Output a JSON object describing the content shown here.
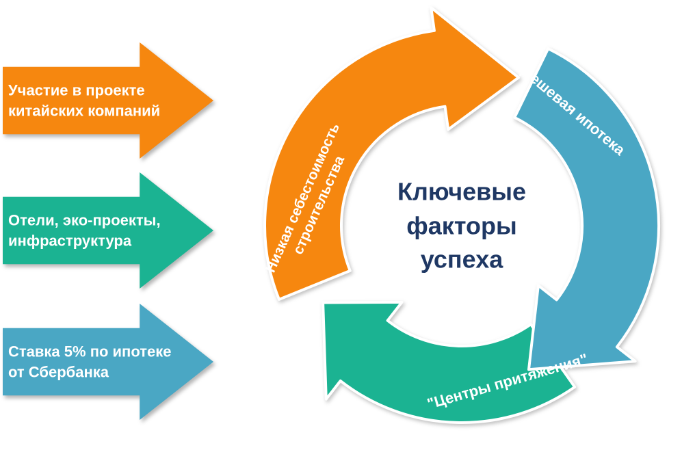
{
  "colors": {
    "orange": "#F6870F",
    "green": "#1BB392",
    "blue": "#4AA7C4",
    "center_text": "#1F3864"
  },
  "left_arrows": [
    {
      "lines": [
        "Участие в проекте",
        "китайских компаний"
      ],
      "color": "#F6870F"
    },
    {
      "lines": [
        "Отели, эко-проекты,",
        "инфраструктура"
      ],
      "color": "#1BB392"
    },
    {
      "lines": [
        "Ставка 5% по ипотеке",
        "от Сбербанка"
      ],
      "color": "#4AA7C4"
    }
  ],
  "cycle": {
    "center_title_lines": [
      "Ключевые",
      "факторы",
      "успеха"
    ],
    "segments": [
      {
        "lines": [
          "Низкая себестоимость",
          "строительства"
        ],
        "color": "#F6870F"
      },
      {
        "lines": [
          "Дешевая ипотека"
        ],
        "color": "#4AA7C4"
      },
      {
        "lines": [
          "\"Центры притяжения\""
        ],
        "color": "#1BB392"
      }
    ]
  }
}
